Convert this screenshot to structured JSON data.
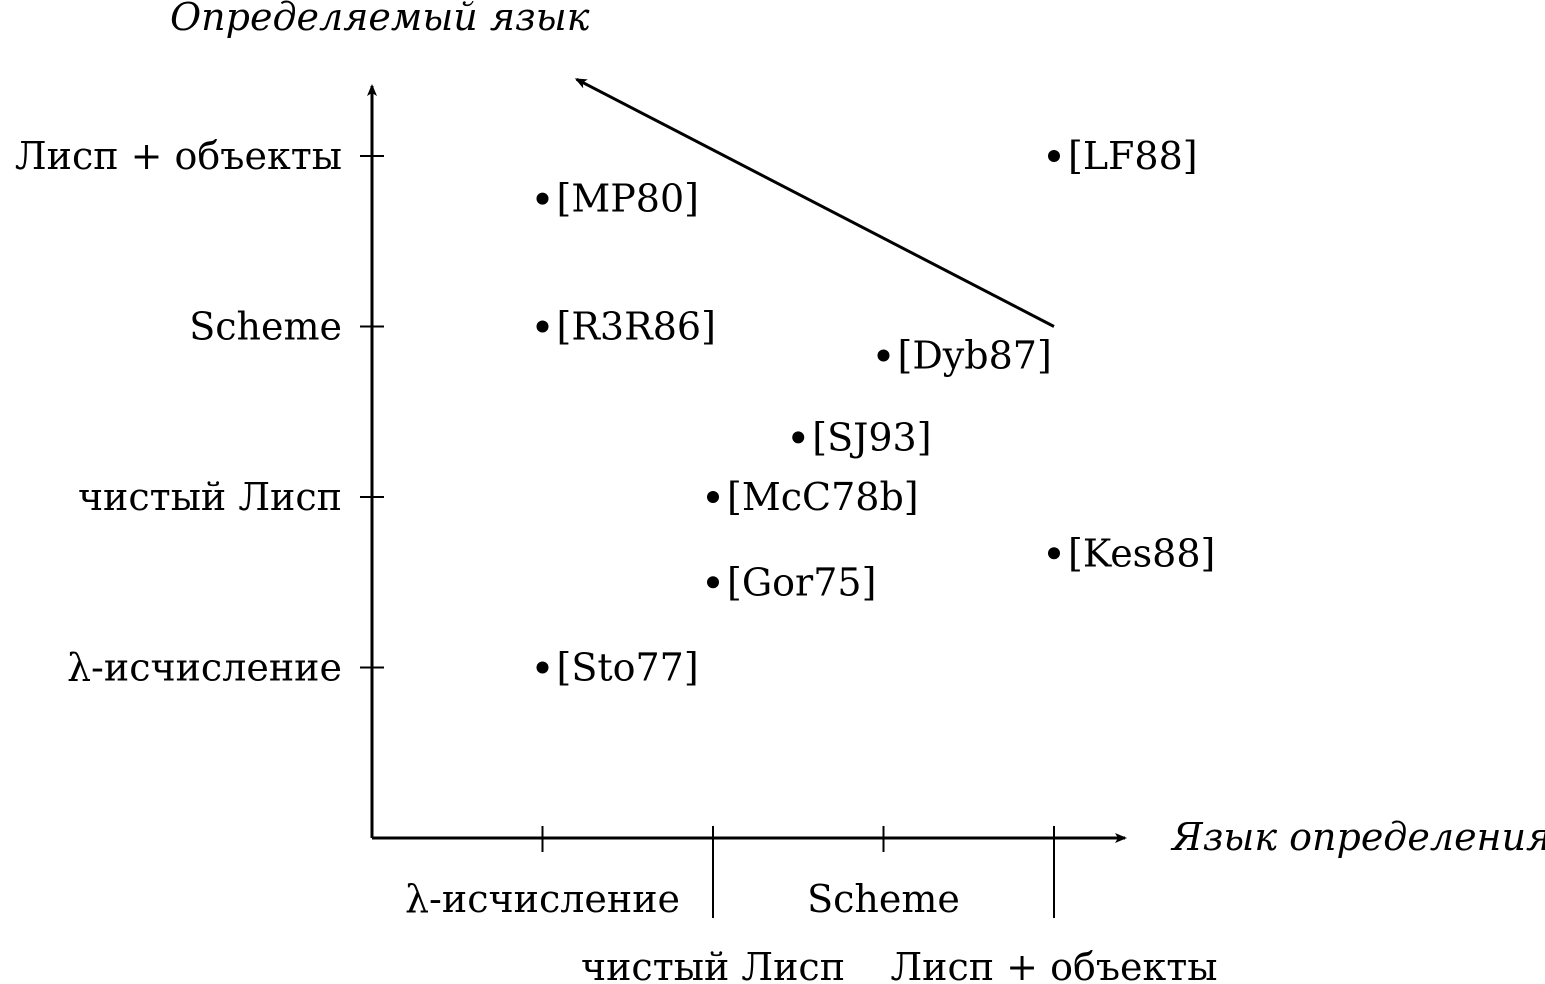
{
  "chart_data": {
    "type": "scatter",
    "xlabel": "Язык определения",
    "ylabel": "Определяемый язык",
    "x_categories": [
      "λ-исчисление",
      "чистый Лисп",
      "Scheme",
      "Лисп + объекты"
    ],
    "y_categories": [
      "λ-исчисление",
      "чистый Лисп",
      "Scheme",
      "Лисп + объекты"
    ],
    "xlim": [
      0,
      4.5
    ],
    "ylim": [
      0,
      4.5
    ],
    "points": [
      {
        "label": "[LF88]",
        "x": 4,
        "y": 4
      },
      {
        "label": "[MP80]",
        "x": 1,
        "y": 3.75
      },
      {
        "label": "[R3R86]",
        "x": 1,
        "y": 3
      },
      {
        "label": "[Dyb87]",
        "x": 3,
        "y": 2.83
      },
      {
        "label": "[SJ93]",
        "x": 2.5,
        "y": 2.35
      },
      {
        "label": "[McC78b]",
        "x": 2,
        "y": 2
      },
      {
        "label": "[Kes88]",
        "x": 4,
        "y": 1.67
      },
      {
        "label": "[Gor75]",
        "x": 2,
        "y": 1.5
      },
      {
        "label": "[Sto77]",
        "x": 1,
        "y": 1
      }
    ],
    "arrow": {
      "from": {
        "x": 4,
        "y": 3
      },
      "to": {
        "x": 1.2,
        "y": 4.45
      }
    }
  }
}
